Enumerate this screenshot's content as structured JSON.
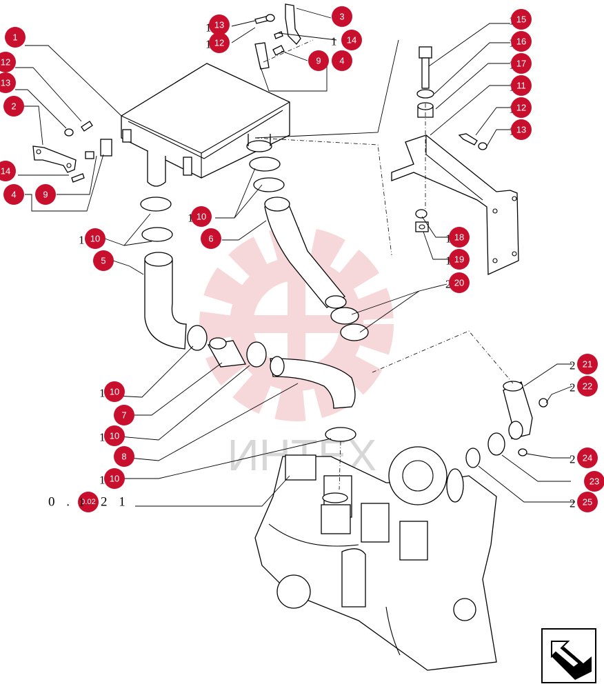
{
  "watermark": {
    "text": "ИНТЕХ",
    "color": "#f2b9bd"
  },
  "callout_color": "#c8102e",
  "reference": {
    "prefix": "0 . ",
    "code": "0.02",
    "suffix": "2 1"
  },
  "callouts": [
    {
      "label": "1"
    },
    {
      "label": "12"
    },
    {
      "label": "13"
    },
    {
      "label": "2"
    },
    {
      "label": "14"
    },
    {
      "label": "4"
    },
    {
      "label": "9"
    },
    {
      "label": "13"
    },
    {
      "label": "12"
    },
    {
      "label": "3"
    },
    {
      "label": "14"
    },
    {
      "label": "9"
    },
    {
      "label": "4"
    },
    {
      "label": "15"
    },
    {
      "label": "16"
    },
    {
      "label": "17"
    },
    {
      "label": "11"
    },
    {
      "label": "12"
    },
    {
      "label": "13"
    },
    {
      "label": "10"
    },
    {
      "label": "6"
    },
    {
      "label": "10"
    },
    {
      "label": "5"
    },
    {
      "label": "18"
    },
    {
      "label": "19"
    },
    {
      "label": "20"
    },
    {
      "label": "21"
    },
    {
      "label": "22"
    },
    {
      "label": "10"
    },
    {
      "label": "7"
    },
    {
      "label": "10"
    },
    {
      "label": "8"
    },
    {
      "label": "10"
    },
    {
      "label": "24"
    },
    {
      "label": "23"
    },
    {
      "label": "25"
    }
  ],
  "ghost_labels": [
    {
      "text": "1"
    },
    {
      "text": "1"
    },
    {
      "text": "1"
    },
    {
      "text": "1"
    },
    {
      "text": "1"
    },
    {
      "text": "1"
    },
    {
      "text": "1"
    },
    {
      "text": "1"
    },
    {
      "text": "1"
    },
    {
      "text": "1"
    },
    {
      "text": "1"
    },
    {
      "text": "1"
    },
    {
      "text": "1"
    },
    {
      "text": "1"
    },
    {
      "text": "1"
    },
    {
      "text": "1"
    },
    {
      "text": "1"
    },
    {
      "text": "2"
    },
    {
      "text": "2"
    },
    {
      "text": "2"
    },
    {
      "text": "2"
    },
    {
      "text": "2"
    }
  ],
  "nav": {
    "icon": "return-arrow-icon"
  }
}
